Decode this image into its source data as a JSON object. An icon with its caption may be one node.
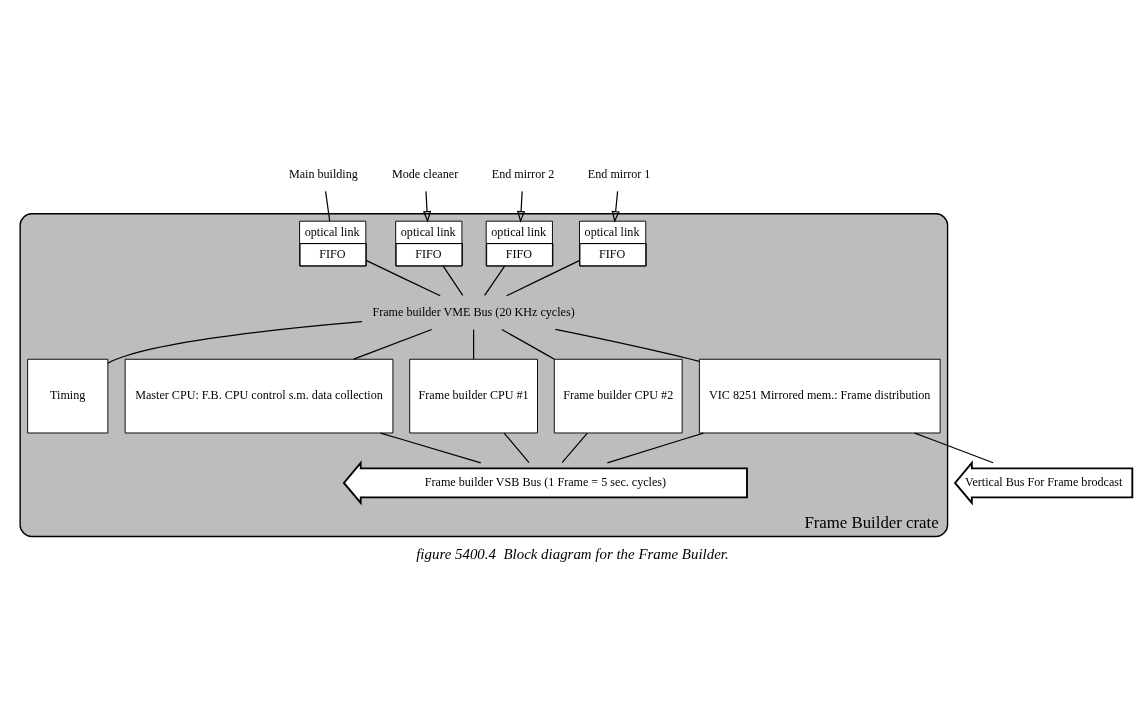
{
  "diagram": {
    "caption": "figure 5400.4  Block diagram for the Frame Builder.",
    "nodes": [
      {
        "text": [
          "Frame Builder crate"
        ]
      },
      {
        "text": [
          "optical link",
          "FIFO"
        ],
        "in": 0
      },
      {
        "text": [
          "optical link",
          "FIFO"
        ],
        "in": 0
      },
      {
        "text": [
          "optical link",
          "FIFO"
        ],
        "in": 0
      },
      {
        "text": [
          "optical link",
          "FIFO"
        ],
        "in": 0
      },
      {
        "text": [
          "Frame builder VME Bus (20 KHz cycles)"
        ],
        "in": 0
      },
      {
        "text": [
          "Timing"
        ],
        "in": 0
      },
      {
        "text": [
          "Master CPU: F.B. CPU control s.m. data collection"
        ],
        "in": 0
      },
      {
        "text": [
          "Frame builder CPU #1"
        ],
        "in": 0
      },
      {
        "text": [
          "Frame builder CPU #2"
        ],
        "in": 0
      },
      {
        "text": [
          "VIC 8251 Mirrored mem.: Frame distribution"
        ],
        "in": 0
      },
      {
        "text": [
          "Frame builder VSB Bus (1 Frame = 5 sec. cycles)"
        ],
        "in": 0
      },
      {
        "text": [
          "Vertical Bus For Frame brodcast"
        ]
      },
      {
        "text": [
          "Main building"
        ]
      },
      {
        "text": [
          "Mode cleaner"
        ]
      },
      {
        "text": [
          "End mirror 2"
        ]
      },
      {
        "text": [
          "End mirror 1"
        ]
      }
    ],
    "edges": [
      {
        "from": 13,
        "to": 1,
        "arrow": "none"
      },
      {
        "from": 14,
        "to": 2,
        "arrow": "to"
      },
      {
        "from": 15,
        "to": 3,
        "arrow": "to"
      },
      {
        "from": 16,
        "to": 4,
        "arrow": "to"
      },
      {
        "from": 1,
        "to": 5,
        "arrow": "none"
      },
      {
        "from": 2,
        "to": 5,
        "arrow": "none"
      },
      {
        "from": 3,
        "to": 5,
        "arrow": "none"
      },
      {
        "from": 4,
        "to": 5,
        "arrow": "none"
      },
      {
        "from": 5,
        "to": 6,
        "arrow": "none"
      },
      {
        "from": 5,
        "to": 7,
        "arrow": "none"
      },
      {
        "from": 5,
        "to": 8,
        "arrow": "none"
      },
      {
        "from": 5,
        "to": 9,
        "arrow": "none"
      },
      {
        "from": 5,
        "to": 10,
        "arrow": "none"
      },
      {
        "from": 7,
        "to": 11,
        "arrow": "none"
      },
      {
        "from": 8,
        "to": 11,
        "arrow": "none"
      },
      {
        "from": 9,
        "to": 11,
        "arrow": "none"
      },
      {
        "from": 10,
        "to": 11,
        "arrow": "none"
      },
      {
        "from": 10,
        "to": 12,
        "arrow": "none"
      }
    ]
  }
}
